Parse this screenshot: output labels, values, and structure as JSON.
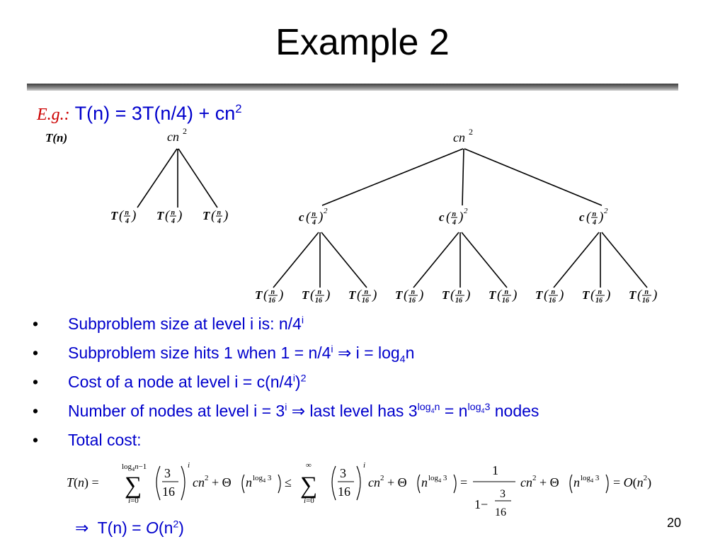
{
  "title": "Example 2",
  "example": {
    "label": "E.g.:",
    "recurrence": "T(n) = 3T(n/4) + cn²"
  },
  "left_tree": {
    "node": "T(n)",
    "root": "cn²",
    "child": "T(n/4)"
  },
  "right_tree": {
    "root": "cn²",
    "level1": "c(n/4)²",
    "level2": "T(n/16)"
  },
  "bullets": [
    {
      "text": "Subproblem size at level i is: ",
      "math": "n/4ⁱ"
    },
    {
      "text": "Subproblem size hits 1 when 1 = n/4ⁱ ⇒ i = log₄n"
    },
    {
      "text": "Cost of a node at level i = c(n/4ⁱ)²"
    },
    {
      "text": "Number of nodes at level i = 3ⁱ ⇒ last level has 3^(log₄n) = n^(log₄3) nodes"
    },
    {
      "text": "Total cost:"
    }
  ],
  "total_cost": {
    "expr_1": "T(n) = Σ_{i=0}^{log₄n−1} (3/16)ⁱ cn² + Θ(n^{log₄3})",
    "expr_2": "≤ Σ_{i=0}^{∞} (3/16)ⁱ cn² + Θ(n^{log₄3})",
    "expr_3": "= 1/(1 − 3/16) cn² + Θ(n^{log₄3}) = O(n²)"
  },
  "conclusion": "⇒ T(n) = O(n²)",
  "page_number": "20"
}
